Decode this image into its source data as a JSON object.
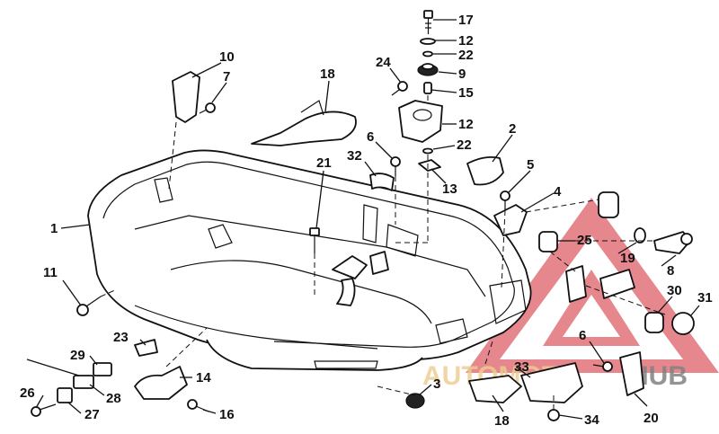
{
  "diagram": {
    "callouts": [
      {
        "id": "c17",
        "label": "17"
      },
      {
        "id": "c12a",
        "label": "12"
      },
      {
        "id": "c22a",
        "label": "22"
      },
      {
        "id": "c9",
        "label": "9"
      },
      {
        "id": "c15",
        "label": "15"
      },
      {
        "id": "c24",
        "label": "24"
      },
      {
        "id": "c12b",
        "label": "12"
      },
      {
        "id": "c18a",
        "label": "18"
      },
      {
        "id": "c10",
        "label": "10"
      },
      {
        "id": "c7",
        "label": "7"
      },
      {
        "id": "c2",
        "label": "2"
      },
      {
        "id": "c22b",
        "label": "22"
      },
      {
        "id": "c6a",
        "label": "6"
      },
      {
        "id": "c32",
        "label": "32"
      },
      {
        "id": "c21",
        "label": "21"
      },
      {
        "id": "c13",
        "label": "13"
      },
      {
        "id": "c5",
        "label": "5"
      },
      {
        "id": "c4",
        "label": "4"
      },
      {
        "id": "c1",
        "label": "1"
      },
      {
        "id": "c25",
        "label": "25"
      },
      {
        "id": "c19",
        "label": "19"
      },
      {
        "id": "c8",
        "label": "8"
      },
      {
        "id": "c11",
        "label": "11"
      },
      {
        "id": "c30",
        "label": "30"
      },
      {
        "id": "c31",
        "label": "31"
      },
      {
        "id": "c23",
        "label": "23"
      },
      {
        "id": "c6b",
        "label": "6"
      },
      {
        "id": "c29",
        "label": "29"
      },
      {
        "id": "c14",
        "label": "14"
      },
      {
        "id": "c33",
        "label": "33"
      },
      {
        "id": "c28",
        "label": "28"
      },
      {
        "id": "c3",
        "label": "3"
      },
      {
        "id": "c26",
        "label": "26"
      },
      {
        "id": "c27",
        "label": "27"
      },
      {
        "id": "c16",
        "label": "16"
      },
      {
        "id": "c18b",
        "label": "18"
      },
      {
        "id": "c34",
        "label": "34"
      },
      {
        "id": "c20",
        "label": "20"
      }
    ]
  },
  "watermark": {
    "text_left": "AUTOMOTO",
    "text_right": "HUB",
    "color_red": "#d8434f",
    "color_gold": "#e8c37a",
    "color_gray": "#6b6b6b"
  }
}
